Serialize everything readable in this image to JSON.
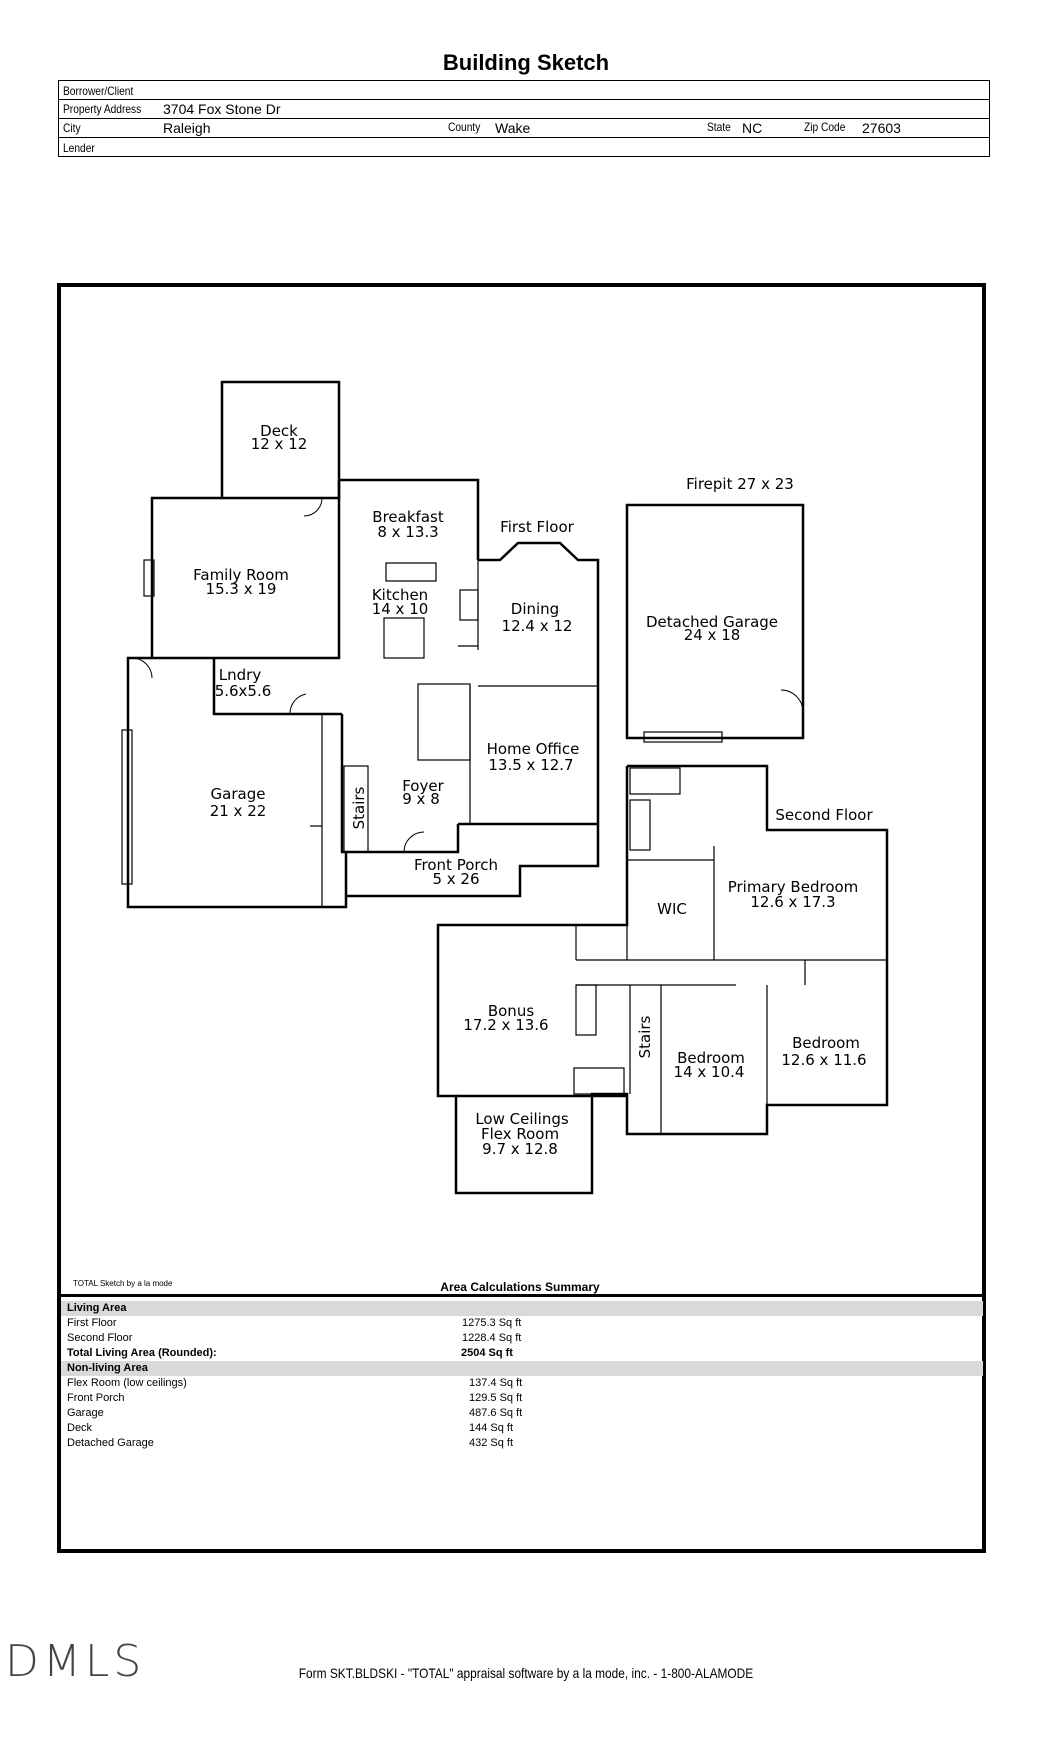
{
  "header": {
    "title": "Building Sketch"
  },
  "info": {
    "borrower_label": "Borrower/Client",
    "borrower": "",
    "address_label": "Property Address",
    "address": "3704 Fox Stone Dr",
    "city_label": "City",
    "city": "Raleigh",
    "county_label": "County",
    "county": "Wake",
    "state_label": "State",
    "state": "NC",
    "zip_label": "Zip Code",
    "zip": "27603",
    "lender_label": "Lender",
    "lender": ""
  },
  "plan": {
    "first_floor": "First Floor",
    "second_floor": "Second Floor",
    "firepit": "Firepit 27 x 23",
    "rooms": {
      "deck": [
        "Deck",
        "12 x 12"
      ],
      "breakfast": [
        "Breakfast",
        "8 x 13.3"
      ],
      "family": [
        "Family Room",
        "15.3 x 19"
      ],
      "kitchen": [
        "Kitchen",
        "14 x 10"
      ],
      "dining": [
        "Dining",
        "12.4 x 12"
      ],
      "laundry": [
        "Lndry",
        "5.6x5.6"
      ],
      "garage": [
        "Garage",
        "21 x 22"
      ],
      "foyer": [
        "Foyer",
        "9 x 8"
      ],
      "home_office": [
        "Home Office",
        "13.5 x 12.7"
      ],
      "front_porch": [
        "Front Porch",
        "5 x 26"
      ],
      "stairs1": "Stairs",
      "det_garage": [
        "Detached Garage",
        "24 x 18"
      ],
      "wic": "WIC",
      "primary": [
        "Primary Bedroom",
        "12.6 x 17.3"
      ],
      "bonus": [
        "Bonus",
        "17.2 x 13.6"
      ],
      "stairs2": "Stairs",
      "bedroom1": [
        "Bedroom",
        "14 x 10.4"
      ],
      "bedroom2": [
        "Bedroom",
        "12.6 x 11.6"
      ],
      "flex": [
        "Low Ceilings",
        "Flex Room",
        "9.7 x 12.8"
      ]
    }
  },
  "summary": {
    "sketch_note": "TOTAL Sketch by a la mode",
    "title": "Area Calculations Summary",
    "living_header": "Living Area",
    "living": [
      {
        "name": "First Floor",
        "value": "1275.3 Sq ft"
      },
      {
        "name": "Second Floor",
        "value": "1228.4 Sq ft"
      }
    ],
    "total": {
      "name": "Total Living Area (Rounded):",
      "value": "2504 Sq ft"
    },
    "nonliving_header": "Non-living Area",
    "nonliving": [
      {
        "name": "Flex Room (low ceilings)",
        "value": "137.4 Sq ft"
      },
      {
        "name": "Front Porch",
        "value": "129.5 Sq ft"
      },
      {
        "name": "Garage",
        "value": "487.6 Sq ft"
      },
      {
        "name": "Deck",
        "value": "144 Sq ft"
      },
      {
        "name": "Detached Garage",
        "value": "432 Sq ft"
      }
    ]
  },
  "footer": {
    "mls": "DMLS",
    "form_note": "Form SKT.BLDSKI - \"TOTAL\" appraisal software by a la mode, inc. - 1-800-ALAMODE"
  }
}
